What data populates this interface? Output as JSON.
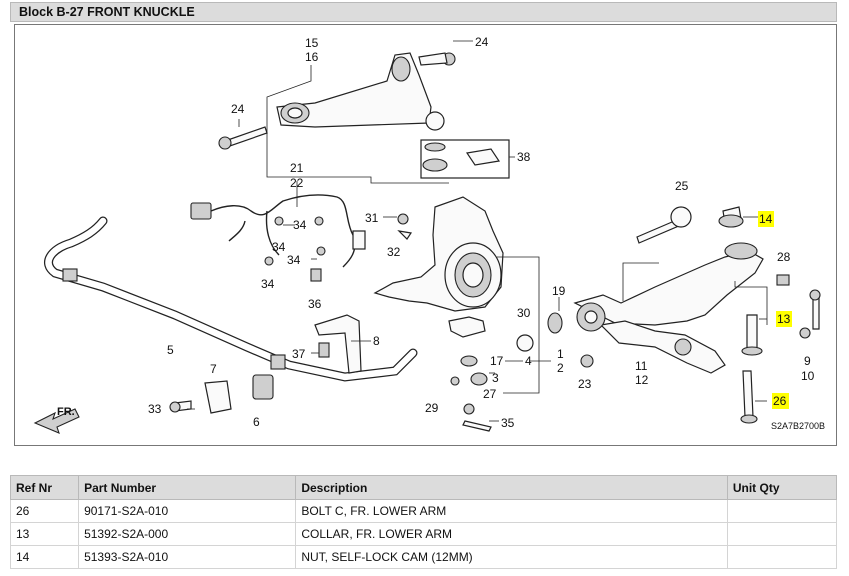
{
  "header": {
    "title": "Block B-27 FRONT KNUCKLE"
  },
  "diagram": {
    "code": "S2A7B2700B",
    "direction_label": "FR.",
    "callouts": [
      "15",
      "16",
      "24",
      "24",
      "38",
      "21",
      "22",
      "31",
      "34",
      "34",
      "34",
      "34",
      "32",
      "36",
      "25",
      "14",
      "28",
      "13",
      "19",
      "30",
      "1",
      "2",
      "4",
      "17",
      "3",
      "27",
      "23",
      "11",
      "12",
      "9",
      "10",
      "26",
      "29",
      "35",
      "5",
      "7",
      "6",
      "8",
      "37",
      "33"
    ],
    "highlighted": [
      "14",
      "13",
      "26"
    ],
    "colors": {
      "highlight": "#ffff00"
    }
  },
  "table": {
    "headers": {
      "ref": "Ref Nr",
      "part": "Part Number",
      "desc": "Description",
      "qty": "Unit Qty"
    },
    "rows": [
      {
        "ref": "26",
        "part": "90171-S2A-010",
        "desc": "BOLT C, FR. LOWER ARM",
        "qty": ""
      },
      {
        "ref": "13",
        "part": "51392-S2A-000",
        "desc": "COLLAR, FR. LOWER ARM",
        "qty": ""
      },
      {
        "ref": "14",
        "part": "51393-S2A-010",
        "desc": "NUT, SELF-LOCK CAM (12MM)",
        "qty": ""
      }
    ]
  }
}
